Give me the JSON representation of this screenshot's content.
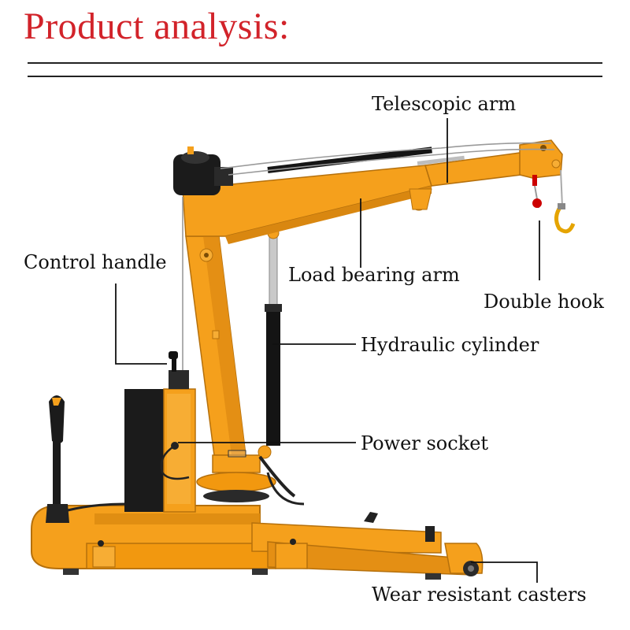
{
  "header": {
    "title": "Product analysis:"
  },
  "labels": {
    "telescopic_arm": "Telescopic arm",
    "control_handle": "Control handle",
    "load_bearing_arm": "Load bearing arm",
    "double_hook": "Double hook",
    "hydraulic_cylinder": "Hydraulic cylinder",
    "power_socket": "Power socket",
    "wear_resistant_casters": "Wear resistant casters"
  },
  "colors": {
    "title": "#d2232a",
    "crane_body": "#f5a01c",
    "crane_shadow": "#c97a0e",
    "dark_parts": "#1b1b1b",
    "leader_lines": "#111111"
  }
}
